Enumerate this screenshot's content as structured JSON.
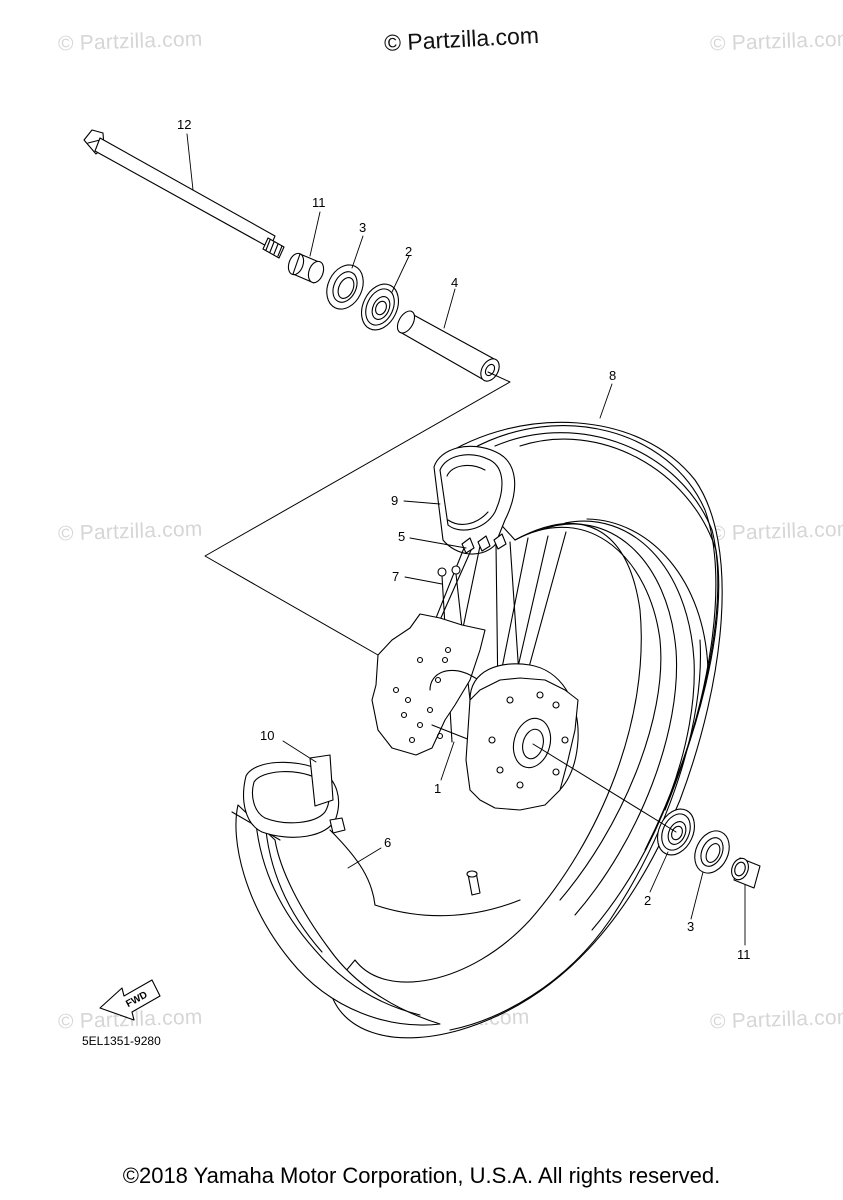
{
  "watermarks": {
    "main": "© Partzilla.com",
    "faint": "© Partzilla.com"
  },
  "callouts": {
    "axle": "12",
    "collar_top": "11",
    "seal_top": "3",
    "bearing_top": "2",
    "spacer": "4",
    "tire": "8",
    "tube": "9",
    "nipple": "5",
    "spoke": "7",
    "rim_band": "10",
    "hub": "1",
    "rim": "6",
    "bearing_bottom": "2",
    "seal_bottom": "3",
    "collar_bottom": "11"
  },
  "fwd_label": "FWD",
  "diagram_code": "5EL1351-9280",
  "copyright": "©2018 Yamaha Motor Corporation, U.S.A. All rights reserved."
}
